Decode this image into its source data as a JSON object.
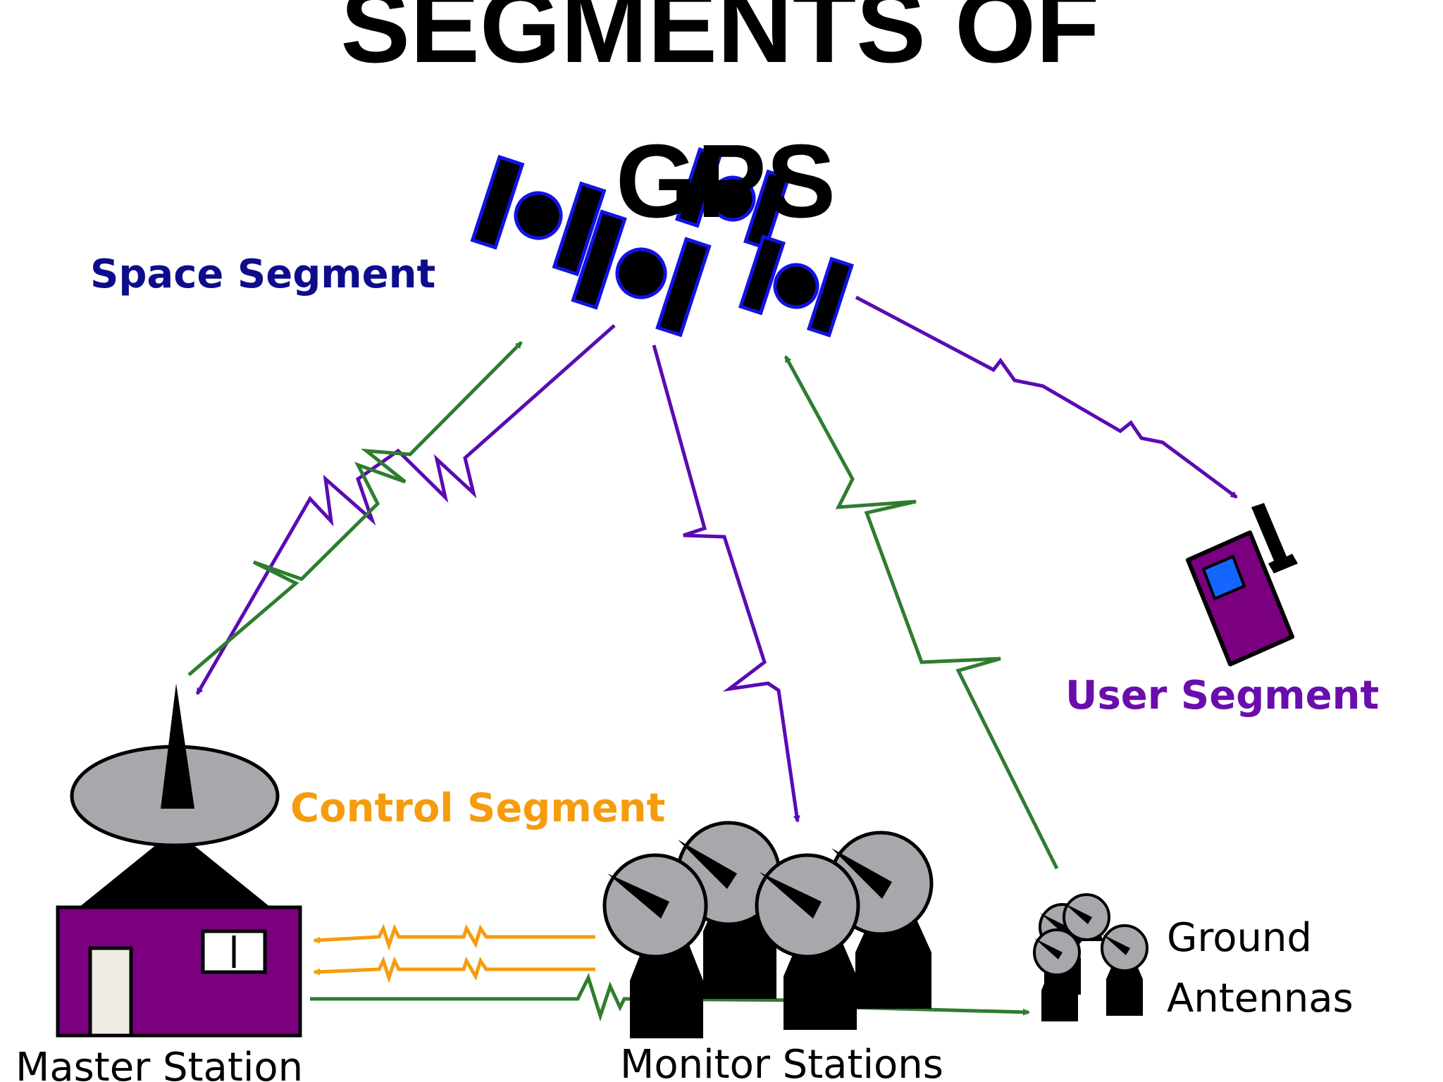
{
  "title": {
    "line1": "SEGMENTS OF",
    "line2": "GPS"
  },
  "labels": {
    "space_segment": "Space Segment",
    "control_segment": "Control Segment",
    "user_segment": "User Segment",
    "master_station": "Master Station",
    "monitor_stations": "Monitor Stations",
    "ground_antennas_line1": "Ground",
    "ground_antennas_line2": "Antennas"
  },
  "colors": {
    "space_segment": "#0d0d8c",
    "control_segment": "#f59c0e",
    "user_segment": "#6a0dad",
    "downlink": "#5a0bb3",
    "uplink": "#2e7d2e",
    "satellite_outline": "#1212e6",
    "master_station_building": "#7a0080",
    "dish": "#a8a8ac",
    "receiver_body": "#7a0080",
    "receiver_screen": "#1565ff"
  },
  "icons": [
    "satellite-icon",
    "dish-antenna-icon",
    "building-icon",
    "gps-receiver-icon"
  ]
}
